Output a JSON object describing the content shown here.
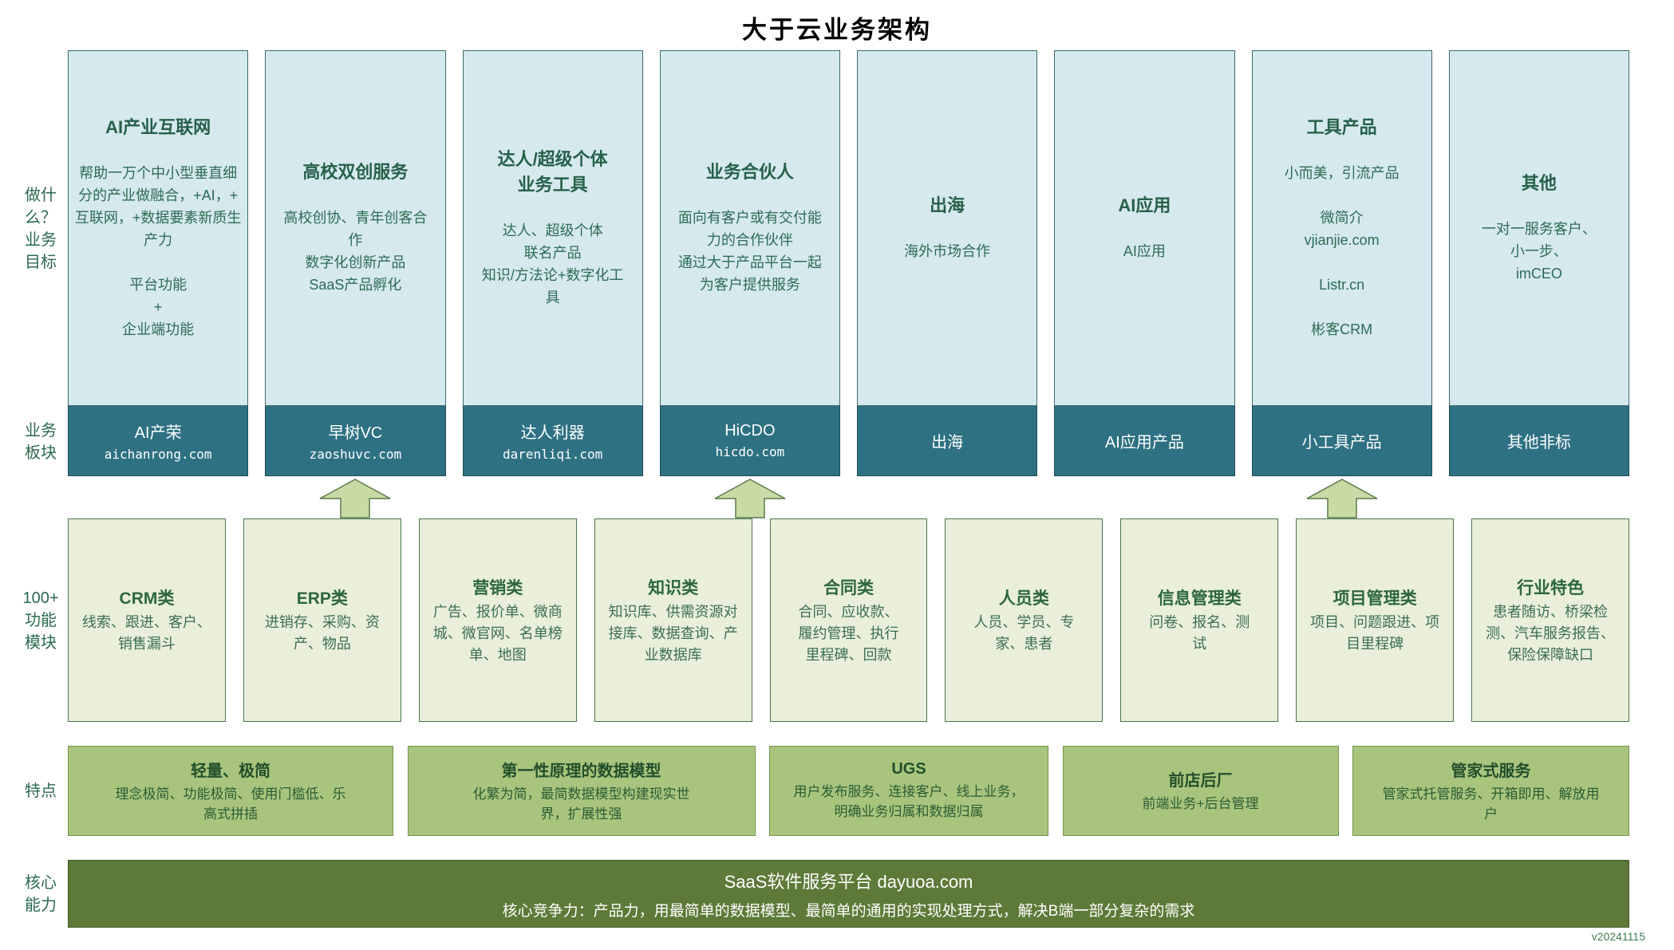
{
  "title": "大于云业务架构",
  "version": "v20241115",
  "row_labels": {
    "goals": "做什\n么？\n业务\n目标",
    "segments": "业务\n板块",
    "modules": "100+\n功能\n模块",
    "features": "特点",
    "core": "核心\n能力"
  },
  "pillars": [
    {
      "header": "AI产业互联网",
      "body": "帮助一万个中小型垂直细\n分的产业做融合，+AI，+\n互联网，+数据要素新质生\n产力\n\n平台功能\n+\n企业端功能",
      "band_name": "AI产荣",
      "band_domain": "aichanrong.com"
    },
    {
      "header": "高校双创服务",
      "body": "高校创协、青年创客合\n作\n数字化创新产品\nSaaS产品孵化",
      "band_name": "早树VC",
      "band_domain": "zaoshuvc.com"
    },
    {
      "header": "达人/超级个体\n业务工具",
      "body": "达人、超级个体\n联名产品\n知识/方法论+数字化工\n具",
      "band_name": "达人利器",
      "band_domain": "darenliqi.com"
    },
    {
      "header": "业务合伙人",
      "body": "面向有客户或有交付能\n力的合作伙伴\n通过大于产品平台一起\n为客户提供服务",
      "band_name": "HiCDO",
      "band_domain": "hicdo.com"
    },
    {
      "header": "出海",
      "body": "海外市场合作",
      "band_name": "出海",
      "band_domain": ""
    },
    {
      "header": "AI应用",
      "body": "AI应用",
      "band_name": "AI应用产品",
      "band_domain": ""
    },
    {
      "header": "工具产品",
      "body": "小而美，引流产品\n\n微简介\nvjianjie.com\n\nListr.cn\n\n彬客CRM",
      "band_name": "小工具产品",
      "band_domain": ""
    },
    {
      "header": "其他",
      "body": "一对一服务客户、\n小一步、\nimCEO",
      "band_name": "其他非标",
      "band_domain": ""
    }
  ],
  "modules": [
    {
      "title": "CRM类",
      "body": "线索、跟进、客户、\n销售漏斗"
    },
    {
      "title": "ERP类",
      "body": "进销存、采购、资\n产、物品"
    },
    {
      "title": "营销类",
      "body": "广告、报价单、微商\n城、微官网、名单榜\n单、地图"
    },
    {
      "title": "知识类",
      "body": "知识库、供需资源对\n接库、数据查询、产\n业数据库"
    },
    {
      "title": "合同类",
      "body": "合同、应收款、\n履约管理、执行\n里程碑、回款"
    },
    {
      "title": "人员类",
      "body": "人员、学员、专\n家、患者"
    },
    {
      "title": "信息管理类",
      "body": "问卷、报名、测\n试"
    },
    {
      "title": "项目管理类",
      "body": "项目、问题跟进、项\n目里程碑"
    },
    {
      "title": "行业特色",
      "body": "患者随访、桥梁检\n测、汽车服务报告、\n保险保障缺口"
    }
  ],
  "features": [
    {
      "title": "轻量、极简",
      "body": "理念极简、功能极简、使用门槛低、乐\n高式拼插"
    },
    {
      "title": "第一性原理的数据模型",
      "body": "化繁为简，最简数据模型构建现实世\n界，扩展性强"
    },
    {
      "title": "UGS",
      "body": "用户发布服务、连接客户、线上业务，\n明确业务归属和数据归属"
    },
    {
      "title": "前店后厂",
      "body": "前端业务+后台管理"
    },
    {
      "title": "管家式服务",
      "body": "管家式托管服务、开箱即用、解放用\n户"
    }
  ],
  "core": {
    "line1": "SaaS软件服务平台 dayuoa.com",
    "line2": "核心竞争力：产品力，用最简单的数据模型、最简单的通用的实现处理方式，解决B端一部分复杂的需求"
  },
  "colors": {
    "pillar_bg": "#d5e9ee",
    "band_bg": "#2e7183",
    "module_bg": "#e9efdb",
    "feature_bg": "#a9c57d",
    "core_bg": "#5d7a38",
    "arrow_fill": "#c9dba4",
    "text_green": "#2d6a4f"
  }
}
